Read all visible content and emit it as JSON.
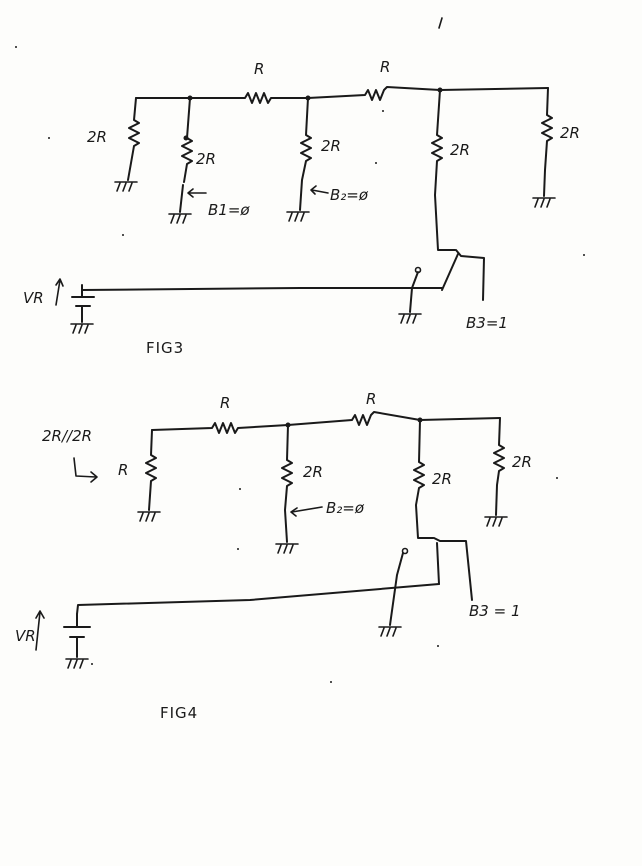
{
  "fig3": {
    "caption": "FIG3",
    "labels": {
      "r_top_1": "R",
      "r_top_2": "R",
      "r_shunt_1": "2R",
      "r_shunt_2": "2R",
      "r_shunt_3": "2R",
      "r_shunt_4": "2R",
      "r_shunt_5": "2R",
      "switch_b1": "B1=ø",
      "switch_b2": "B₂=ø",
      "switch_b3": "B3=1",
      "vref": "VR"
    }
  },
  "fig4": {
    "caption": "FIG4",
    "labels": {
      "parallel_note": "2R//2R",
      "r_equiv": "R",
      "r_top_1": "R",
      "r_top_2": "R",
      "r_shunt_1": "2R",
      "r_shunt_2": "2R",
      "r_shunt_3": "2R",
      "switch_b2": "B₂=ø",
      "switch_b3": "B3 = 1",
      "vref": "VR"
    }
  }
}
